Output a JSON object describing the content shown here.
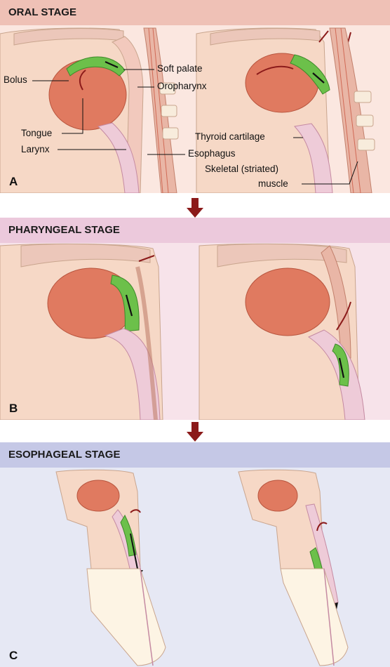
{
  "colors": {
    "oral_band": "#efc1b6",
    "pharyngeal_band": "#ecc9dc",
    "esophageal_band": "#c5c8e6",
    "oral_panel": "#fbe7e0",
    "pharyngeal_panel": "#f7e3ea",
    "esophageal_panel": "#e6e8f4",
    "arrow": "#8b1a1a",
    "bolus": "#6cc04a",
    "muscle": "#e07a60",
    "tissue": "#f6d8c6"
  },
  "stages": {
    "oral": {
      "title": "ORAL STAGE",
      "letter": "A"
    },
    "pharyngeal": {
      "title": "PHARYNGEAL STAGE",
      "letter": "B"
    },
    "esophageal": {
      "title": "ESOPHAGEAL STAGE",
      "letter": "C"
    }
  },
  "labels": {
    "bolus": "Bolus",
    "soft_palate": "Soft palate",
    "oropharynx": "Oropharynx",
    "tongue": "Tongue",
    "larynx": "Larynx",
    "thyroid_cartilage": "Thyroid cartilage",
    "esophagus": "Esophagus",
    "skeletal_muscle_line1": "Skeletal (striated)",
    "skeletal_muscle_line2": "muscle"
  },
  "icons": [
    "down-arrow-icon"
  ]
}
